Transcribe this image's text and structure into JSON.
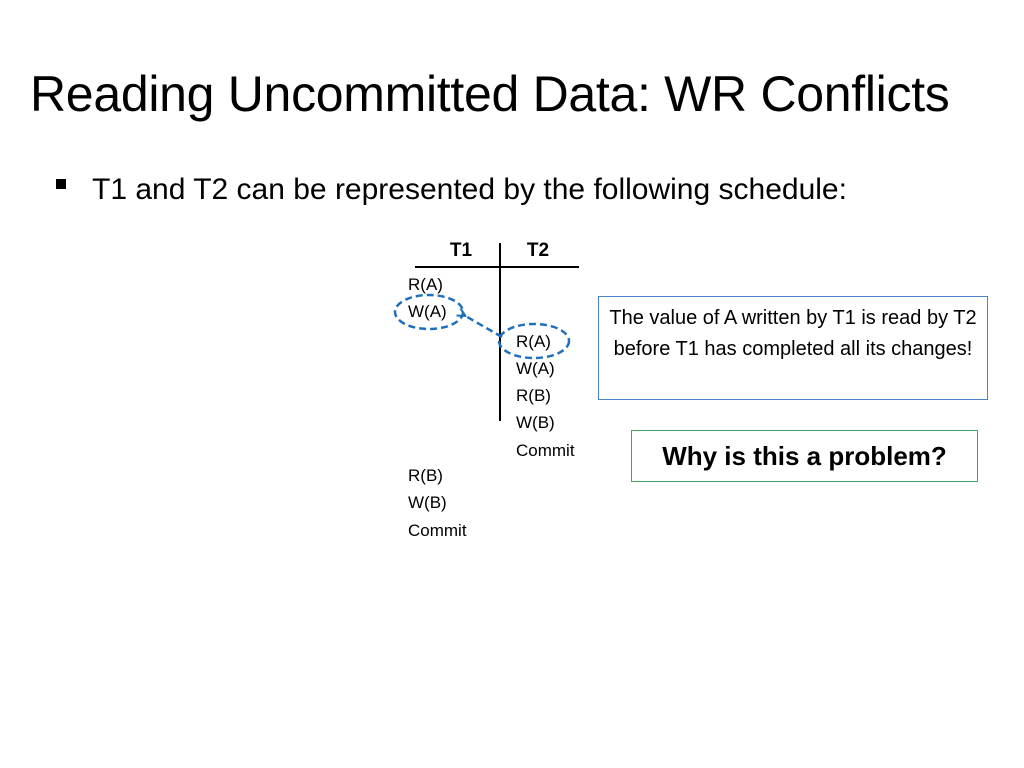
{
  "slide": {
    "title": "Reading Uncommitted Data: WR Conflicts",
    "bullet": "T1 and T2 can be represented by the following schedule:"
  },
  "schedule": {
    "t1_header": "T1",
    "t2_header": "T2",
    "t1_ops_top": [
      "R(A)",
      "W(A)"
    ],
    "t2_ops": [
      "R(A)",
      "W(A)",
      "R(B)",
      "W(B)",
      "Commit"
    ],
    "t1_ops_bottom": [
      "R(B)",
      "W(B)",
      "Commit"
    ]
  },
  "note": {
    "text": "The value of A written by T1 is read by T2 before T1 has completed all its changes!"
  },
  "question": {
    "text": "Why is this a problem?"
  },
  "colors": {
    "highlight": "#1f6fbf",
    "note_border": "#4a86c5",
    "question_border": "#3fa463"
  }
}
